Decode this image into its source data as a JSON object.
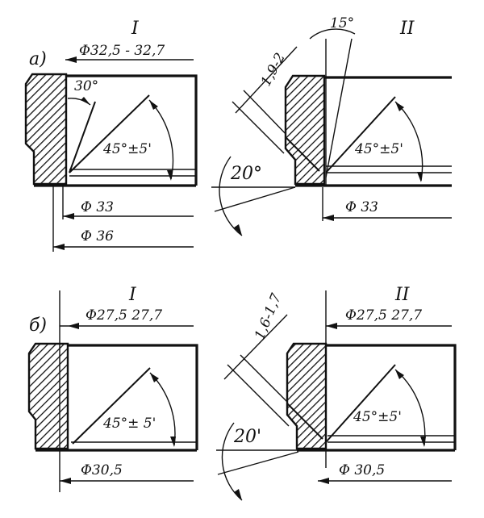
{
  "sections": {
    "a": {
      "marker": "a)",
      "left": {
        "roman": "I",
        "dia_top": "Φ32,5 - 32,7",
        "dia_mid": "Φ 33",
        "dia_bot": "Φ 36",
        "angle_small": "30°",
        "angle_main": "45°±5'"
      },
      "right": {
        "roman": "II",
        "chamfer": "1,9-2",
        "angle_top": "15°",
        "angle_side": "20°",
        "angle_main": "45°±5'",
        "dia_mid": "Φ 33"
      }
    },
    "b": {
      "marker": "б)",
      "left": {
        "roman": "I",
        "dia_top": "Φ27,5   27,7",
        "dia_bot": "Φ30,5",
        "angle_main": "45°± 5'"
      },
      "right": {
        "roman": "II",
        "chamfer": "1,6-1,7",
        "angle_side": "20'",
        "dia_top": "Φ27,5   27,7",
        "dia_bot": "Φ 30,5",
        "angle_main": "45°±5'"
      }
    }
  }
}
